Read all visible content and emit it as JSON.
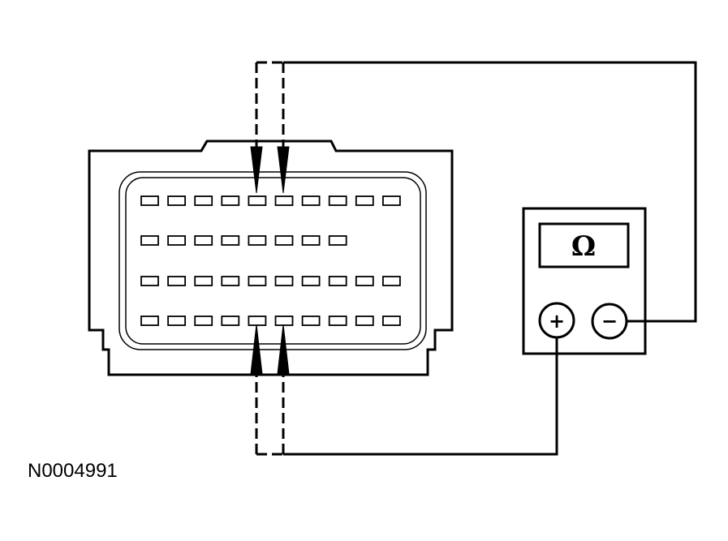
{
  "figure": {
    "id_label": "N0004991"
  },
  "meter": {
    "display_symbol": "Ω",
    "positive_terminal": "+",
    "negative_terminal": "−"
  },
  "connector": {
    "pin_rows": [
      10,
      8,
      10,
      10
    ]
  }
}
